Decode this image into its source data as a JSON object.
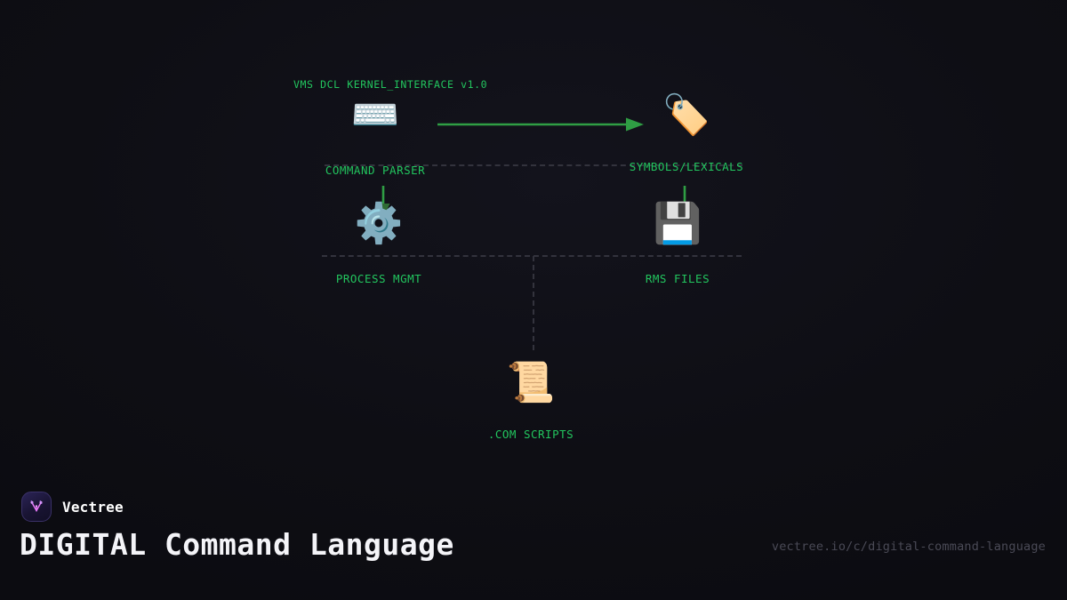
{
  "colors": {
    "background": "#0e0e14",
    "terminal_green": "#22c55e",
    "arrow_green": "#2f9e44",
    "dash_gray": "#33333d",
    "title_white": "#f4f4f8",
    "url_gray": "#4a4a56",
    "logo_purple": "#2b2456",
    "logo_glyph_pink": "#e879f9"
  },
  "diagram": {
    "kernel_title": "VMS DCL KERNEL_INTERFACE v1.0",
    "nodes": [
      {
        "id": "command-parser",
        "label": "COMMAND PARSER",
        "icon": "keyboard-icon",
        "glyph": "⌨️"
      },
      {
        "id": "symbols-lexicals",
        "label": "SYMBOLS/LEXICALS",
        "icon": "label-tag-icon",
        "glyph": "🏷️"
      },
      {
        "id": "process-mgmt",
        "label": "PROCESS MGMT",
        "icon": "gear-icon",
        "glyph": "⚙️"
      },
      {
        "id": "rms-files",
        "label": "RMS FILES",
        "icon": "floppy-disk-icon",
        "glyph": "💾"
      },
      {
        "id": "com-scripts",
        "label": ".COM SCRIPTS",
        "icon": "scroll-icon",
        "glyph": "📜"
      }
    ],
    "connectors": [
      {
        "id": "parser-to-symbols",
        "type": "solid-arrow-right",
        "from": "command-parser",
        "to": "symbols-lexicals"
      },
      {
        "id": "into-process",
        "type": "solid-arrow-down",
        "to": "process-mgmt"
      },
      {
        "id": "into-rms",
        "type": "solid-arrow-down",
        "to": "rms-files"
      },
      {
        "id": "divider-upper",
        "type": "dashed-horizontal"
      },
      {
        "id": "divider-lower",
        "type": "dashed-horizontal"
      },
      {
        "id": "down-to-scripts",
        "type": "dashed-vertical",
        "to": "com-scripts"
      }
    ]
  },
  "footer": {
    "brand_name": "Vectree",
    "logo_icon": "vectree-logo-icon",
    "title": "DIGITAL Command Language",
    "url": "vectree.io/c/digital-command-language"
  }
}
